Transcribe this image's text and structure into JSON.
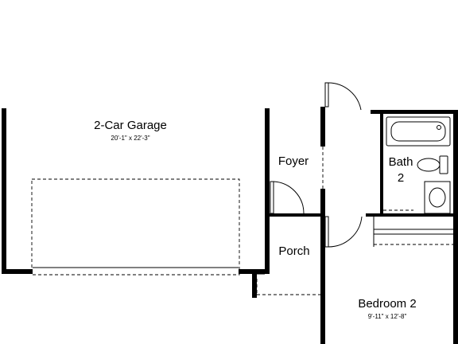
{
  "rooms": {
    "garage": {
      "name": "2-Car Garage",
      "dims": "20'-1\" x 22'-3\""
    },
    "foyer": {
      "name": "Foyer"
    },
    "bath": {
      "name_line1": "Bath",
      "name_line2": "2"
    },
    "porch": {
      "name": "Porch"
    },
    "bedroom": {
      "name": "Bedroom 2",
      "dims": "9'-11\" x 12'-8\""
    }
  }
}
